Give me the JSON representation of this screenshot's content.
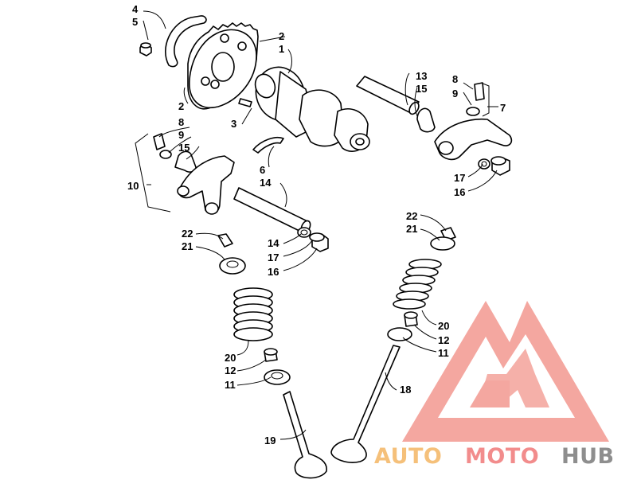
{
  "diagram": {
    "callouts": {
      "c1": "4",
      "c2": "5",
      "c3": "2",
      "c4": "1",
      "c5": "2",
      "c6": "3",
      "c7": "8",
      "c8": "9",
      "c9": "15",
      "c10": "10",
      "c11": "6",
      "c12": "14",
      "c13": "13",
      "c14": "15",
      "c15": "8",
      "c16": "9",
      "c17": "7",
      "c18": "17",
      "c19": "16",
      "c20": "22",
      "c21": "21",
      "c22": "14",
      "c23": "17",
      "c24": "16",
      "c25": "20",
      "c26": "12",
      "c27": "11",
      "c28": "19",
      "c29": "22",
      "c30": "21",
      "c31": "20",
      "c32": "12",
      "c33": "11",
      "c34": "18"
    }
  },
  "watermark": {
    "word_auto": "AUTO",
    "word_moto": "MOTO",
    "word_hub": "HUB",
    "colors": {
      "auto": "#F5C07A",
      "moto": "#F28C8C",
      "hub": "#8E8E8E",
      "logo": "#F4A7A0"
    }
  }
}
